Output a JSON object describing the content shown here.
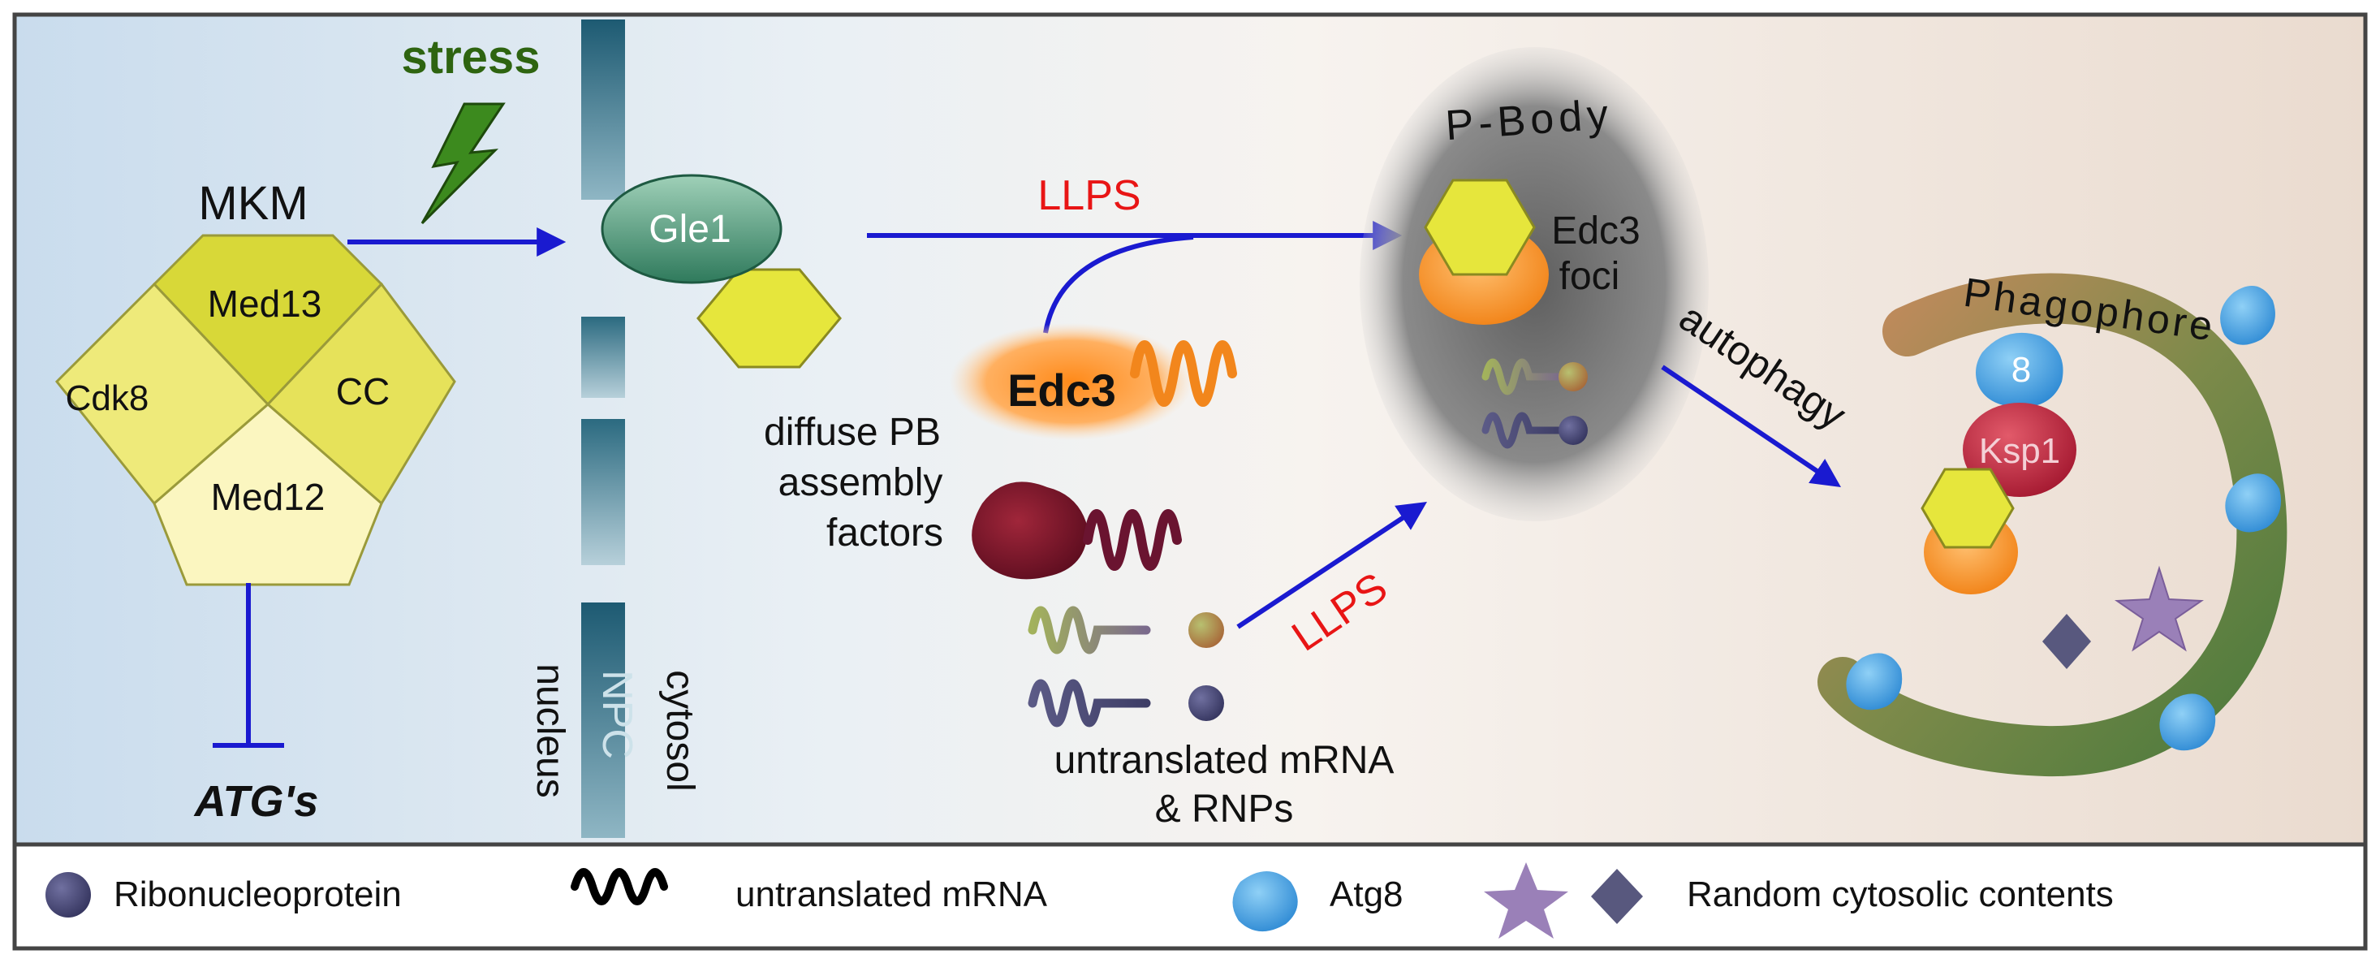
{
  "mediator": {
    "title": "MKM",
    "subunits": {
      "top": "Med13",
      "left": "Cdk8",
      "right": "CC",
      "bottom": "Med12"
    },
    "inhibits": "ATG's"
  },
  "stress_label": "stress",
  "npc": {
    "label": "NPC",
    "nucleus": "nucleus",
    "cytosol": "cytosol"
  },
  "gle1_label": "Gle1",
  "llps_label": "LLPS",
  "edc3_label": "Edc3",
  "diffuse": {
    "line1": "diffuse PB",
    "line2": "assembly",
    "line3": "factors"
  },
  "untranslated": {
    "line1": "untranslated mRNA",
    "line2": "& RNPs"
  },
  "pbody": {
    "title": "P-Body",
    "foci_line1": "Edc3",
    "foci_line2": "foci"
  },
  "autophagy_label": "autophagy",
  "phagophore": {
    "title": "Phagophore",
    "atg8_small": "8",
    "ksp1": "Ksp1"
  },
  "legend": {
    "rnp": "Ribonucleoprotein",
    "mrna": "untranslated mRNA",
    "atg8": "Atg8",
    "random": "Random cytosolic contents"
  },
  "colors": {
    "arrow": "#1a1ad0",
    "llps": "#e81515",
    "stress": "#2e6410",
    "hexagon": "#e6e63c",
    "pbody": "#7e7e7e",
    "atg8": "#4aa6e4",
    "ksp1": "#c8243a",
    "rnp": "#48486e",
    "phagophore_start": "#c8865a",
    "phagophore_end": "#4e7a3e"
  }
}
